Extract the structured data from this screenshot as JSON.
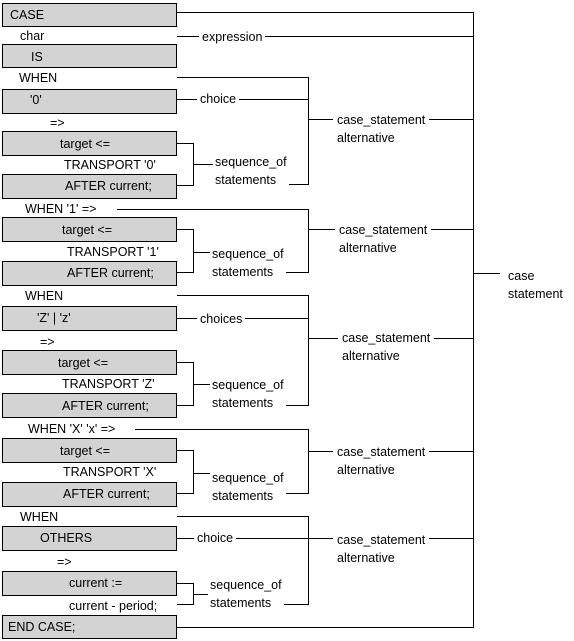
{
  "code": {
    "case": "CASE",
    "char": "char",
    "is": "IS",
    "when1": "WHEN",
    "choice0": "'0'",
    "arrow1": "=>",
    "target1": "target <=",
    "transport1": "TRANSPORT '0'",
    "after1": "AFTER current;",
    "when2": "WHEN '1' =>",
    "target2": "target <=",
    "transport2": "TRANSPORT '1'",
    "after2": "AFTER current;",
    "when3": "WHEN",
    "choice3": "'Z' | 'z'",
    "arrow3": "=>",
    "target3": "target <=",
    "transport3": "TRANSPORT 'Z'",
    "after3": "AFTER current;",
    "when4": "WHEN 'X'  'x' =>",
    "target4": "target <=",
    "transport4": "TRANSPORT 'X'",
    "after4": "AFTER current;",
    "when5": "WHEN",
    "others": "OTHERS",
    "arrow5": "=>",
    "assign5": "current :=",
    "expr5": "current - period;",
    "endcase": "END CASE;"
  },
  "labels": {
    "expression": "expression",
    "choice": "choice",
    "choices": "choices",
    "choice_others": "choice",
    "seq1": [
      "sequence_of",
      "statements"
    ],
    "seq2": [
      "sequence_of",
      "statements"
    ],
    "seq3": [
      "sequence_of",
      "statements"
    ],
    "seq4": [
      "sequence_of",
      "statements"
    ],
    "seq5": [
      "sequence_of",
      "statements"
    ],
    "alt1": [
      "case_statement",
      "alternative"
    ],
    "alt2": [
      "case_statement",
      "alternative"
    ],
    "alt3": [
      "case_statement",
      "alternative"
    ],
    "alt4": [
      "case_statement",
      "alternative"
    ],
    "alt5": [
      "case_statement",
      "alternative"
    ],
    "case_statement": [
      "case",
      "statement"
    ]
  }
}
